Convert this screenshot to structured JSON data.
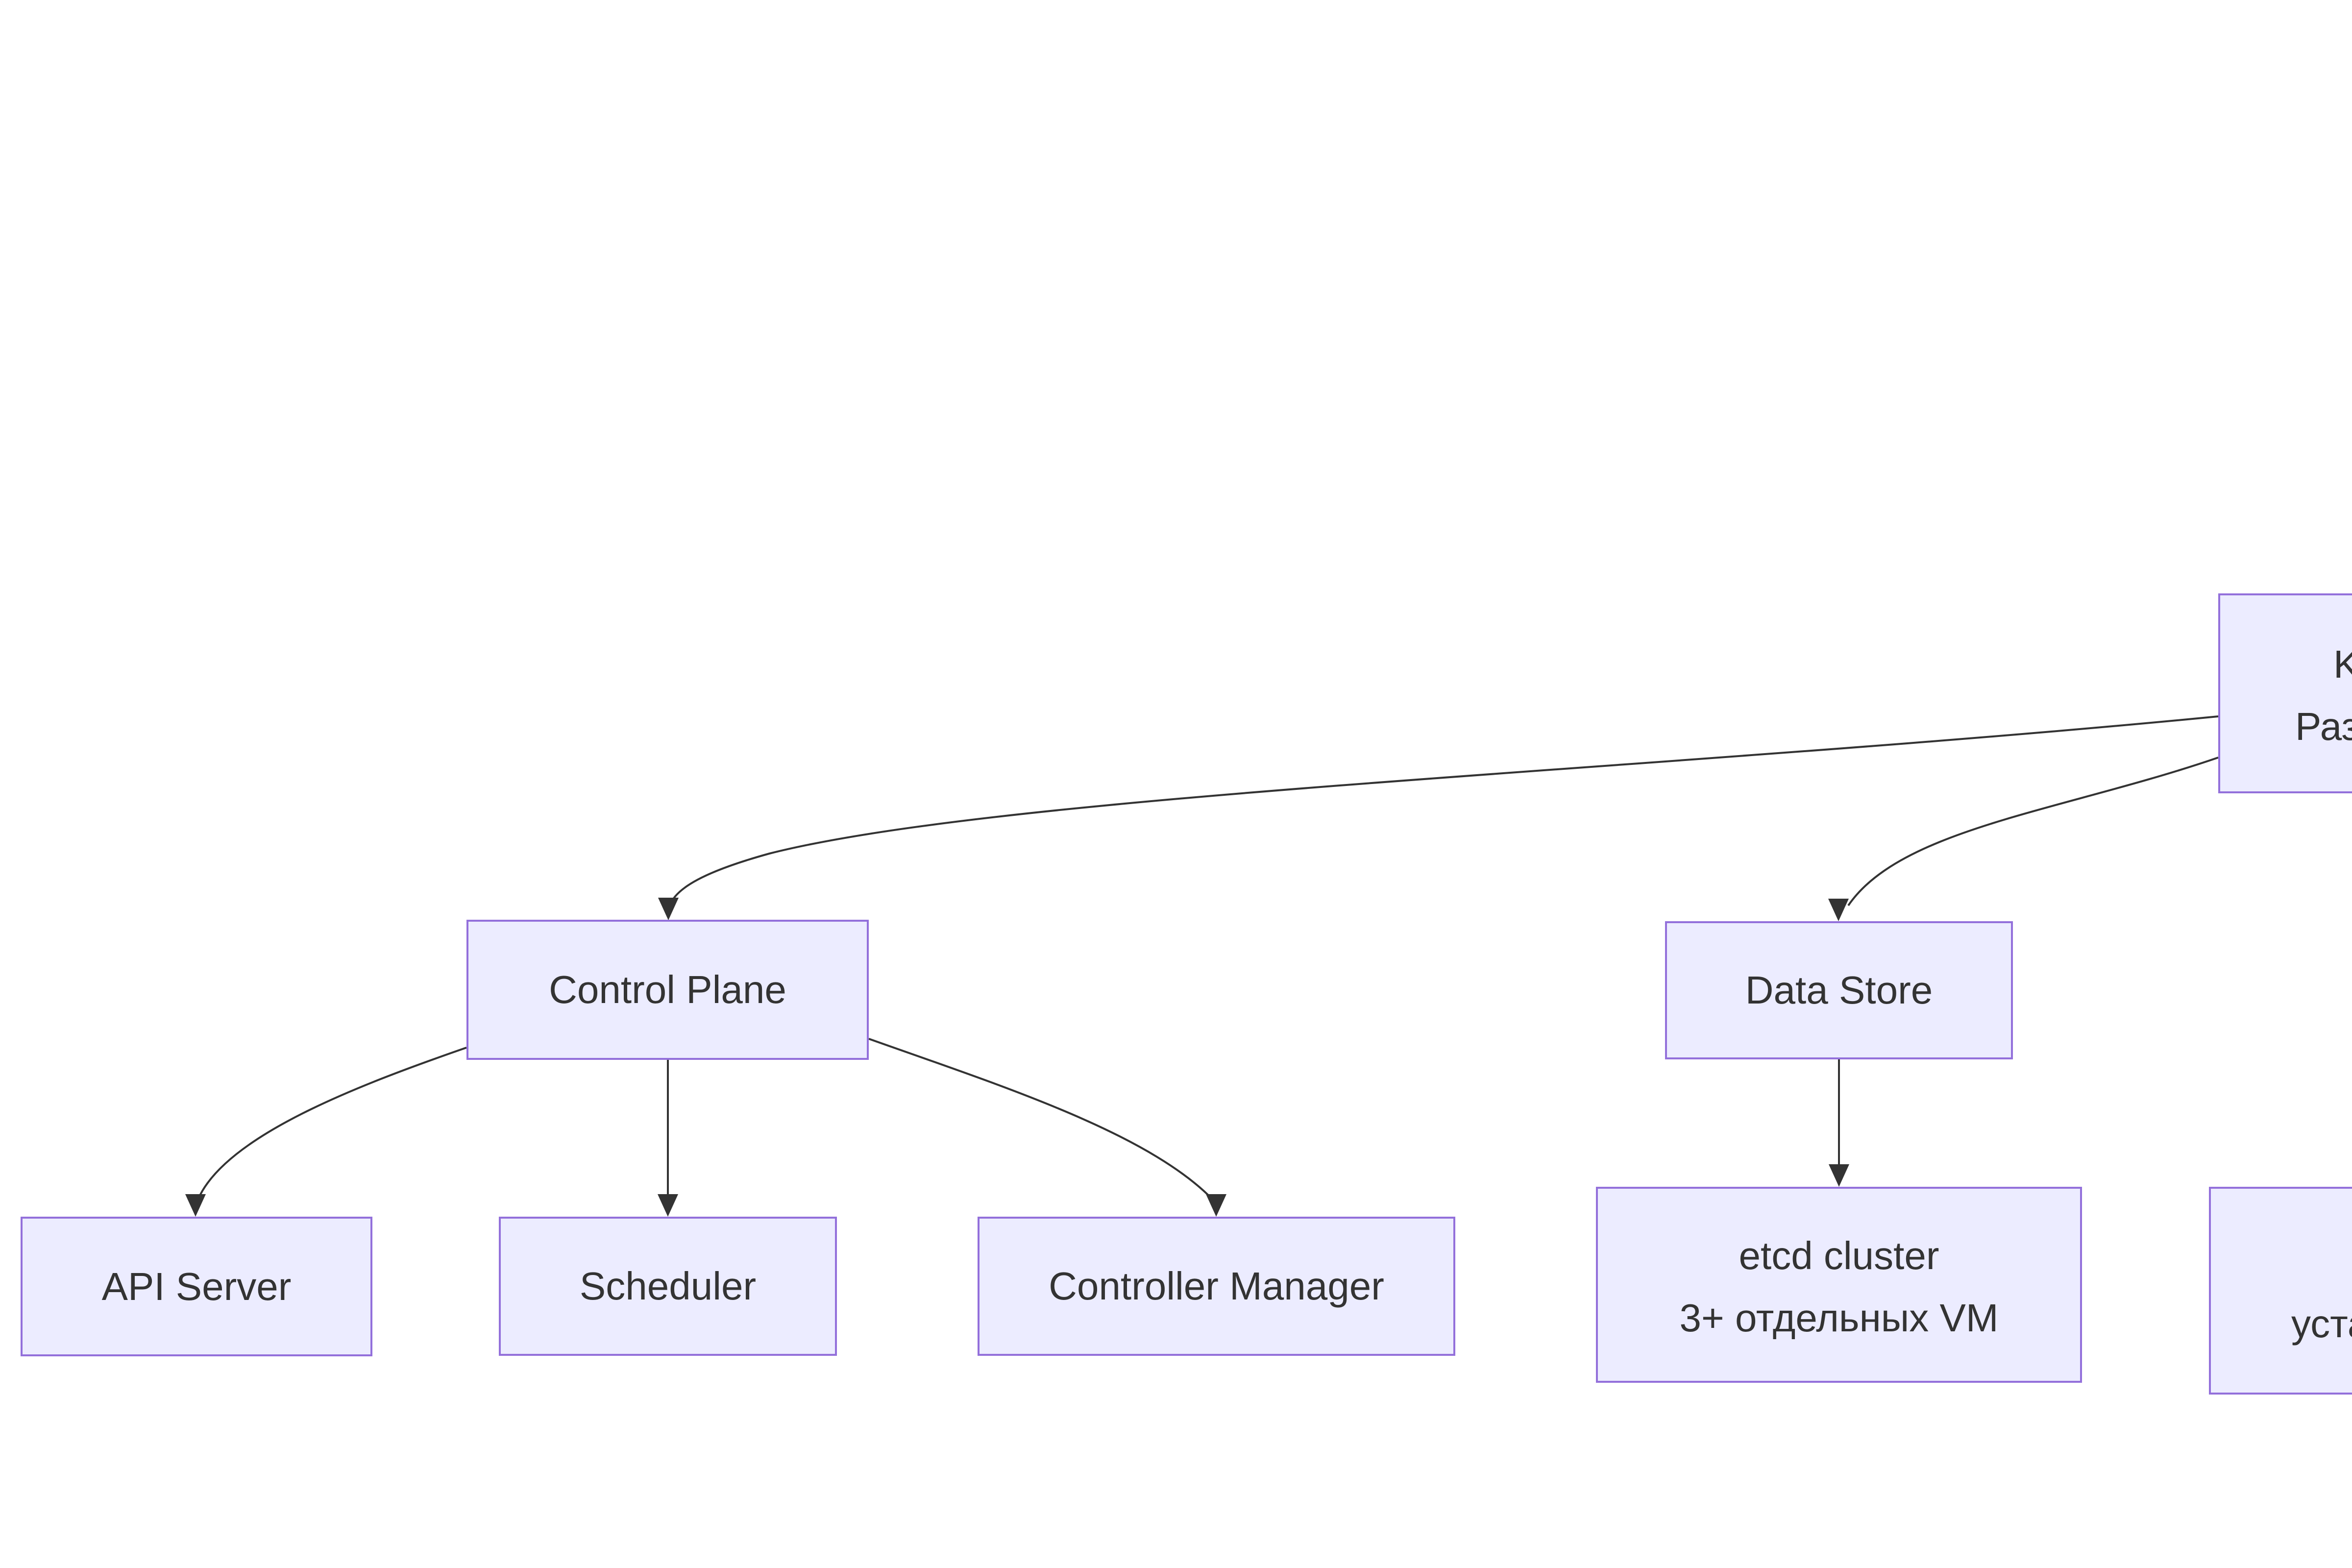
{
  "diagram": {
    "type": "flowchart",
    "background": "#ffffff",
    "node_fill_color": "#ECECFF",
    "node_border_color": "#9370DB",
    "edge_color": "#333333",
    "text_color": "#333333",
    "nodes": {
      "root": {
        "line1": "K",
        "line2": "Раз",
        "note": "truncated by right edge of viewport"
      },
      "control_plane": {
        "label": "Control Plane"
      },
      "data_store": {
        "label": "Data Store"
      },
      "api_server": {
        "label": "API Server"
      },
      "scheduler": {
        "label": "Scheduler"
      },
      "controller_manager": {
        "label": "Controller Manager"
      },
      "etcd": {
        "line1": "etcd cluster",
        "line2": "3+ отдельных VM"
      },
      "right_bottom": {
        "line1": "",
        "line2": "уста",
        "note": "truncated by right edge of viewport"
      }
    },
    "edges": [
      {
        "from": "root",
        "to": "control_plane"
      },
      {
        "from": "root",
        "to": "data_store"
      },
      {
        "from": "control_plane",
        "to": "api_server"
      },
      {
        "from": "control_plane",
        "to": "scheduler"
      },
      {
        "from": "control_plane",
        "to": "controller_manager"
      },
      {
        "from": "data_store",
        "to": "etcd"
      }
    ]
  }
}
